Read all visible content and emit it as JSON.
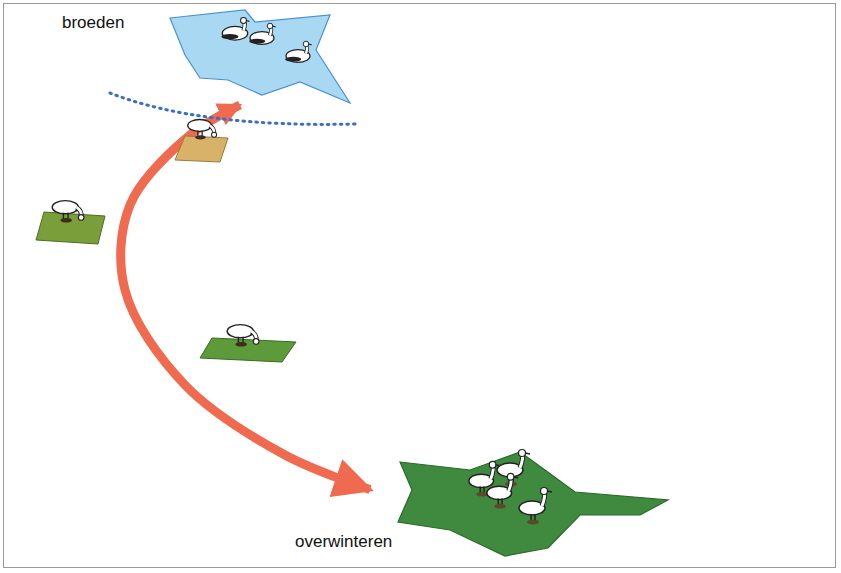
{
  "diagram": {
    "nodes": [
      {
        "text": [
          "broeden"
        ]
      },
      {
        "text": [
          "overwinteren"
        ]
      }
    ],
    "edges": [
      {
        "from": 0,
        "to": 1,
        "arrow": "both"
      }
    ]
  }
}
